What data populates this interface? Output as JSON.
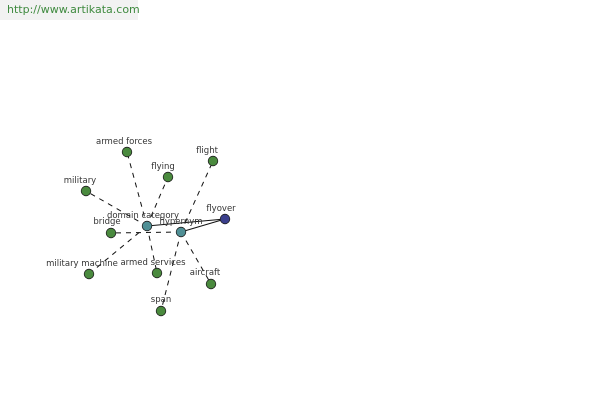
{
  "site_url": "http://www.artikata.com",
  "colors": {
    "leaf": "#4a8a3e",
    "hub": "#4f8f95",
    "center": "#3b3f8c",
    "edge": "#111111"
  },
  "nodes": [
    {
      "id": "armed_forces",
      "label": "armed forces",
      "type": "leaf"
    },
    {
      "id": "flying",
      "label": "flying",
      "type": "leaf"
    },
    {
      "id": "flight",
      "label": "flight",
      "type": "leaf"
    },
    {
      "id": "military",
      "label": "military",
      "type": "leaf"
    },
    {
      "id": "domain_category",
      "label": "domain category",
      "type": "hub"
    },
    {
      "id": "hypernym",
      "label": "hypernym",
      "type": "hub"
    },
    {
      "id": "flyover",
      "label": "flyover",
      "type": "center"
    },
    {
      "id": "bridge",
      "label": "bridge",
      "type": "leaf"
    },
    {
      "id": "military_machine",
      "label": "military machine",
      "type": "leaf"
    },
    {
      "id": "armed_services",
      "label": "armed services",
      "type": "leaf"
    },
    {
      "id": "aircraft",
      "label": "aircraft",
      "type": "leaf"
    },
    {
      "id": "span",
      "label": "span",
      "type": "leaf"
    }
  ],
  "edges": [
    {
      "from": "flyover",
      "to": "domain_category",
      "style": "solid"
    },
    {
      "from": "flyover",
      "to": "hypernym",
      "style": "solid"
    },
    {
      "from": "domain_category",
      "to": "armed_forces",
      "style": "dashed"
    },
    {
      "from": "domain_category",
      "to": "military",
      "style": "dashed"
    },
    {
      "from": "domain_category",
      "to": "armed_services",
      "style": "dashed"
    },
    {
      "from": "domain_category",
      "to": "military_machine",
      "style": "dashed"
    },
    {
      "from": "domain_category",
      "to": "flying",
      "style": "dashed"
    },
    {
      "from": "hypernym",
      "to": "flight",
      "style": "dashed"
    },
    {
      "from": "hypernym",
      "to": "bridge",
      "style": "dashed"
    },
    {
      "from": "hypernym",
      "to": "span",
      "style": "dashed"
    },
    {
      "from": "hypernym",
      "to": "aircraft",
      "style": "dashed"
    }
  ]
}
